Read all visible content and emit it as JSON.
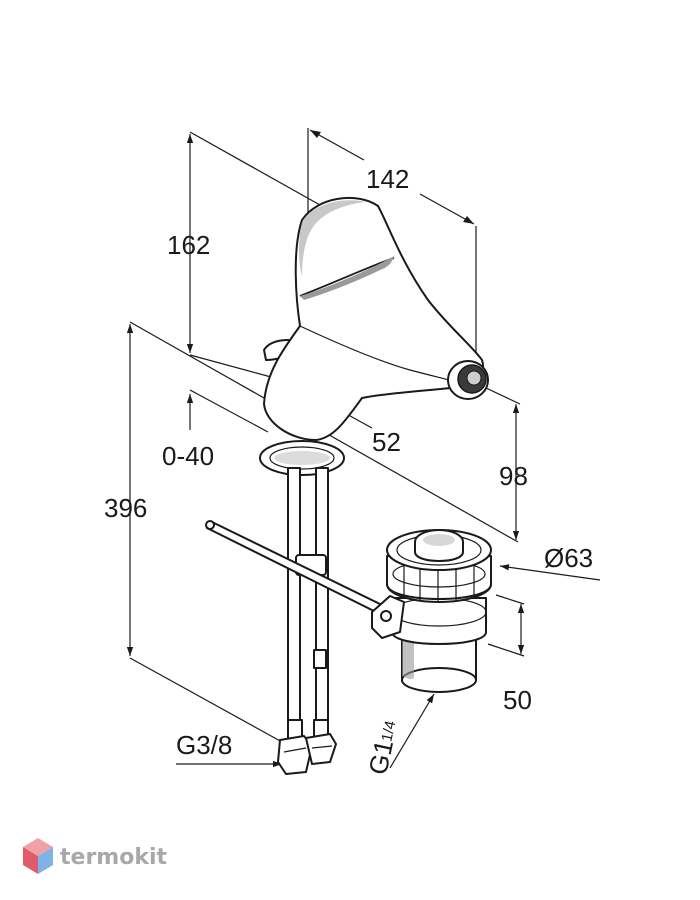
{
  "dimensions": {
    "height_top": "162",
    "width_top": "142",
    "spout_depth": "52",
    "adjust_range": "0-40",
    "total_height": "396",
    "spout_height": "98",
    "waste_diameter": "Ø63",
    "waste_height": "50",
    "supply_thread": "G3/8",
    "waste_thread_main": "G1",
    "waste_thread_frac": "1/4"
  },
  "watermark": {
    "text": "termokit",
    "colors": {
      "top": "#f2a0a8",
      "left": "#e05c6a",
      "right": "#7fb2e6"
    }
  }
}
